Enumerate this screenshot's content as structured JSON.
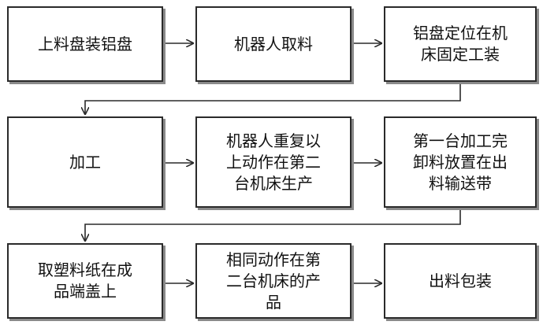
{
  "steps": [
    {
      "id": "s1",
      "text": "上料盘装铝盘"
    },
    {
      "id": "s2",
      "text": "机器人取料"
    },
    {
      "id": "s3",
      "text": "铝盘定位在机\n床固定工装"
    },
    {
      "id": "s4",
      "text": "加工"
    },
    {
      "id": "s5",
      "text": "机器人重复以\n上动作在第二\n台机床生产"
    },
    {
      "id": "s6",
      "text": "第一台加工完\n卸料放置在出\n料输送带"
    },
    {
      "id": "s7",
      "text": "取塑料纸在成\n品端盖上"
    },
    {
      "id": "s8",
      "text": "相同动作在第\n二台机床的产\n品"
    },
    {
      "id": "s9",
      "text": "出料包装"
    }
  ]
}
